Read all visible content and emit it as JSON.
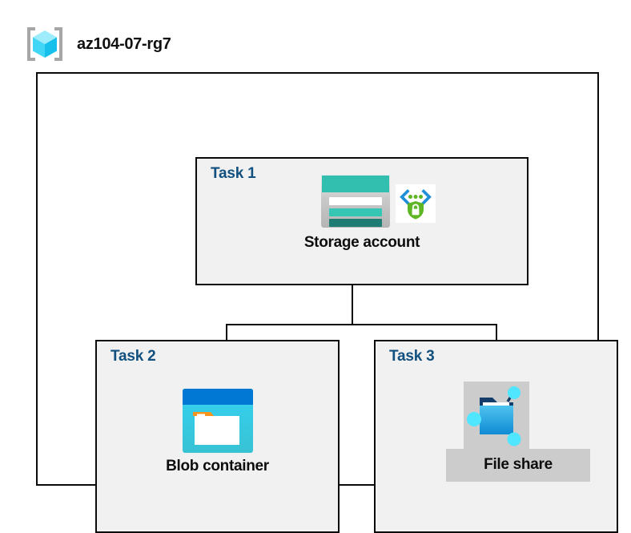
{
  "diagram": {
    "resource_group": {
      "name": "az104-07-rg7",
      "icon": "resource-group-cube-icon"
    },
    "connector_style": "orthogonal-tree",
    "colors": {
      "task_label": "#11507f",
      "node_label": "#0d0d0d",
      "box_border": "#0a0a0a",
      "box_fill": "#f1f1f1",
      "outer_fill": "#ffffff",
      "highlight": "#cccccc",
      "storage_teal": "#33bfb0",
      "blob_blue": "#0078d4",
      "blob_cyan": "#32d0f0",
      "blob_orange": "#f7941e",
      "fileshare_blue": "#1ba1e2",
      "node_cyan": "#50e6ff",
      "shield_green": "#5fb624"
    },
    "tasks": [
      {
        "id": "task1",
        "label": "Task 1",
        "node_label": "Storage account",
        "icons": [
          "storage-account-icon",
          "private-endpoint-icon"
        ]
      },
      {
        "id": "task2",
        "label": "Task 2",
        "node_label": "Blob container",
        "icons": [
          "blob-container-icon"
        ]
      },
      {
        "id": "task3",
        "label": "Task 3",
        "node_label": "File share",
        "icons": [
          "file-share-icon"
        ],
        "highlighted": true
      }
    ]
  }
}
